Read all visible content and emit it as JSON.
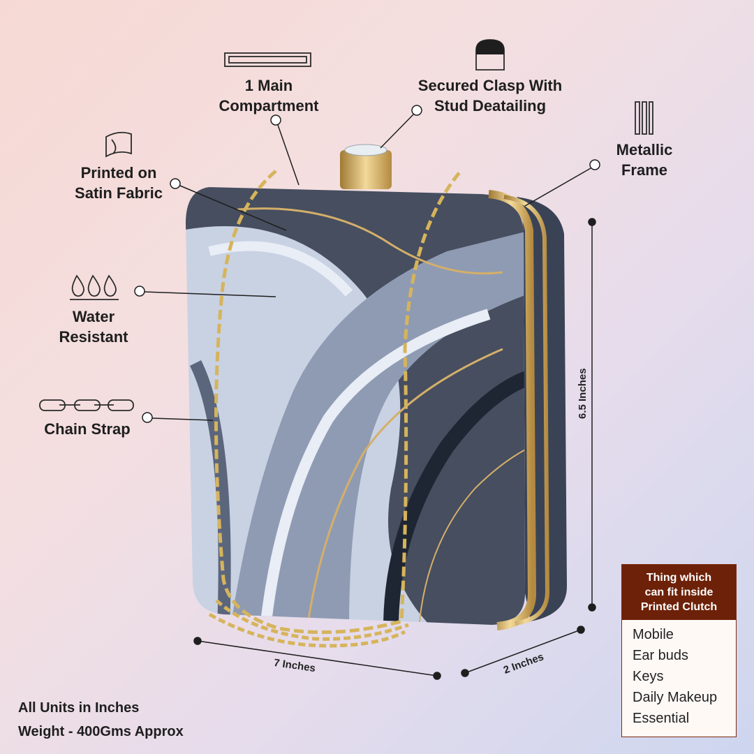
{
  "features": {
    "main_compartment": "1 Main\nCompartment",
    "secured_clasp": "Secured Clasp With\nStud Deatailing",
    "metallic_frame": "Metallic\nFrame",
    "printed_satin": "Printed on\nSatin Fabric",
    "water_resistant": "Water\nResistant",
    "chain_strap": "Chain Strap"
  },
  "dimensions": {
    "height": "6.5 Inches",
    "width": "7 Inches",
    "depth": "2 Inches"
  },
  "footer": {
    "units": "All Units in Inches",
    "weight": "Weight - 400Gms Approx"
  },
  "fit_box": {
    "title": "Thing which\ncan fit inside\nPrinted Clutch",
    "items": [
      "Mobile",
      "Ear buds",
      "Keys",
      "Daily Makeup",
      "Essential"
    ]
  },
  "colors": {
    "accent": "#6d2108",
    "gold": "#d4af6a",
    "marble_dark": "#2f3748",
    "marble_light": "#c9d2e3"
  }
}
